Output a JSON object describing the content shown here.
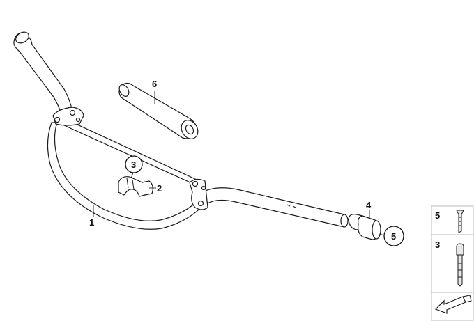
{
  "diagram": {
    "callouts": {
      "part_1": "1",
      "part_2": "2",
      "part_3_circled": "3",
      "part_4": "4",
      "part_5_circled": "5",
      "part_6": "6"
    },
    "legend": {
      "row_top_number": "5",
      "row_middle_number": "3"
    }
  }
}
